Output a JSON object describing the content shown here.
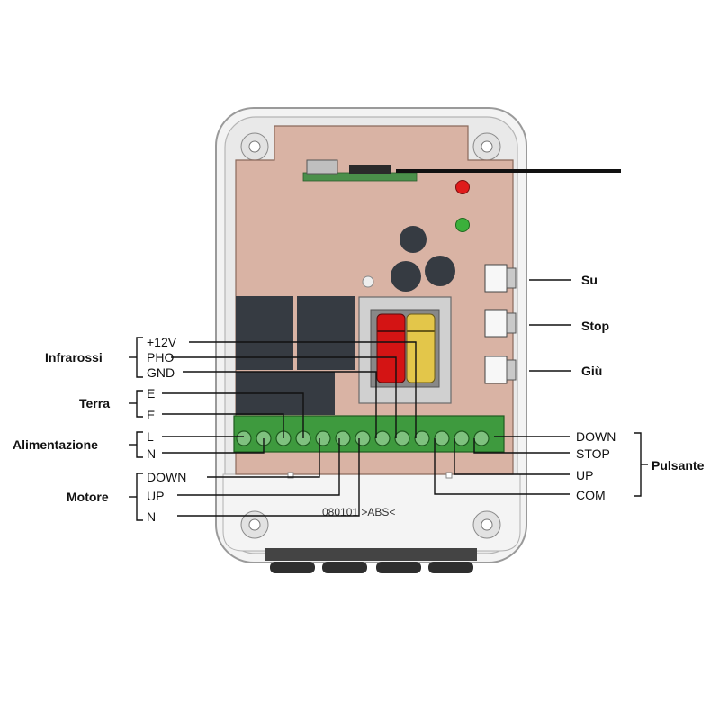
{
  "groups": {
    "infrared": "Infrarossi",
    "earth": "Terra",
    "power": "Alimentazione",
    "motor": "Motore",
    "button": "Pulsante"
  },
  "left_terminals": {
    "plus12v": "+12V",
    "pho": "PHO",
    "gnd": "GND",
    "e1": "E",
    "e2": "E",
    "l": "L",
    "n_power": "N",
    "down": "DOWN",
    "up": "UP",
    "n_motor": "N"
  },
  "right_terminals": {
    "down": "DOWN",
    "stop": "STOP",
    "up": "UP",
    "com": "COM"
  },
  "side_buttons": {
    "su": "Su",
    "stop": "Stop",
    "giu": "Giù"
  },
  "board_marking": "080101    >ABS<",
  "colors": {
    "pcb": "#d9b3a4",
    "terminal_block": "#3e9a3e",
    "terminal_screw": "#7fc17f",
    "relay": "#363b42",
    "led_red": "#e01b1b",
    "led_green": "#3bb03b",
    "selector_red": "#d41414",
    "selector_yellow": "#e3c64a",
    "case": "#f1f1f1",
    "case_outline": "#9a9a9a"
  }
}
